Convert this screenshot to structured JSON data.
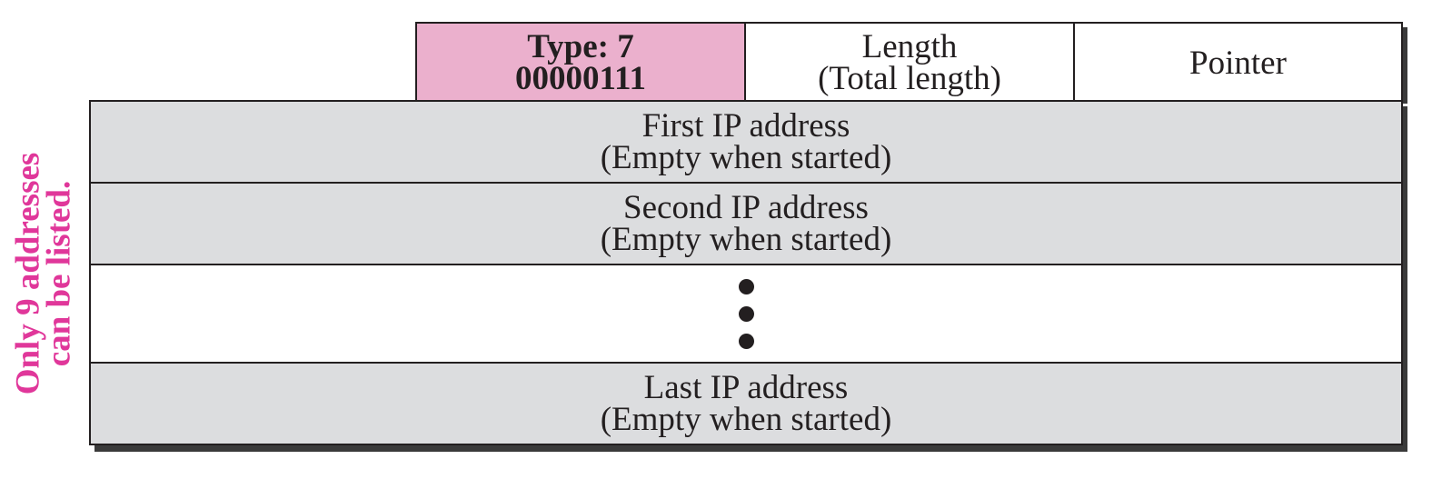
{
  "side_note": {
    "line1": "Only 9 addresses",
    "line2": "can be listed."
  },
  "header": {
    "type_field": {
      "line1": "Type: 7",
      "line2": "00000111"
    },
    "length_field": {
      "line1": "Length",
      "line2": "(Total length)"
    },
    "pointer_field": {
      "label": "Pointer"
    }
  },
  "rows": [
    {
      "line1": "First IP address",
      "line2": "(Empty when started)"
    },
    {
      "line1": "Second IP address",
      "line2": "(Empty when started)"
    },
    {
      "line1": "Last IP address",
      "line2": "(Empty when started)"
    }
  ],
  "colors": {
    "accent": "#e0379a",
    "type_fill": "#ebb0cd",
    "row_fill": "#dcdddf",
    "border": "#231f20"
  }
}
